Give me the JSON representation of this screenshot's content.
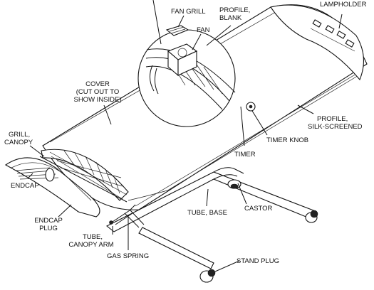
{
  "diagram": {
    "labels": {
      "fan_grill": "FAN GRILL",
      "profile_blank_1": "PROFILE,",
      "profile_blank_2": "BLANK",
      "lampholder": "LAMPHOLDER",
      "fan": "FAN",
      "cover_1": "COVER",
      "cover_2": "(CUT OUT TO",
      "cover_3": "SHOW INSIDE)",
      "profile_silk_1": "PROFILE,",
      "profile_silk_2": "SILK-SCREENED",
      "grill_canopy_1": "GRILL,",
      "grill_canopy_2": "CANOPY",
      "timer_knob": "TIMER KNOB",
      "timer": "TIMER",
      "endcap": "ENDCAP",
      "castor": "CASTOR",
      "tube_base": "TUBE, BASE",
      "endcap_plug_1": "ENDCAP",
      "endcap_plug_2": "PLUG",
      "tube_canopy_1": "TUBE,",
      "tube_canopy_2": "CANOPY ARM",
      "gas_spring": "GAS SPRING",
      "stand_plug": "STAND PLUG"
    }
  }
}
